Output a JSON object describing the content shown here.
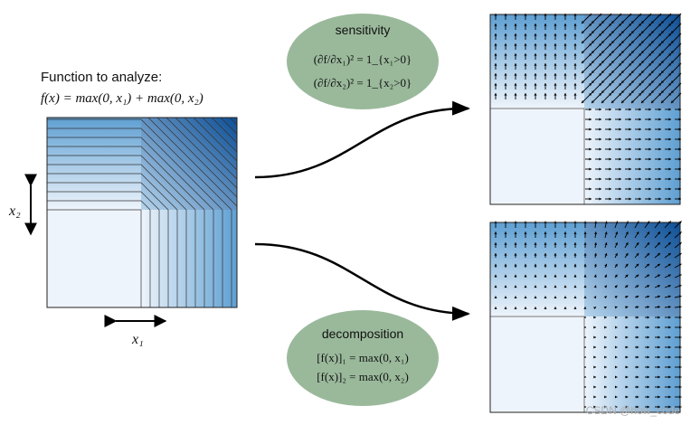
{
  "intro": {
    "title": "Function to analyze:",
    "formula": "f(x) = max(0, x₁) + max(0, x₂)"
  },
  "axes": {
    "x_label": "x₁",
    "y_label": "x₂"
  },
  "sensitivity": {
    "title": "sensitivity",
    "line1": "(∂f/∂x₁)² = 1_{x₁>0}",
    "line2": "(∂f/∂x₂)² = 1_{x₂>0}"
  },
  "decomposition": {
    "title": "decomposition",
    "line1": "[f(x)]₁ = max(0, x₁)",
    "line2": "[f(x)]₂ = max(0, x₂)"
  },
  "watermark": "CSDN @how_code",
  "colors": {
    "bubble": "#9ab99b",
    "light": "#eef4fb",
    "dark": "#0d4f96"
  }
}
